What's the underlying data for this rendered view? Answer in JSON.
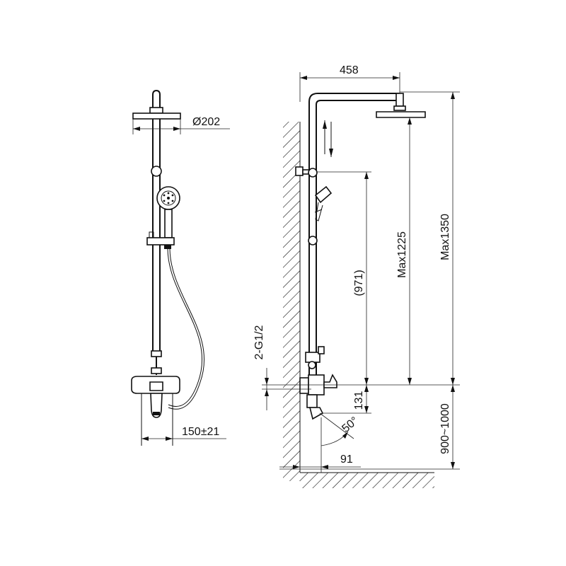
{
  "dimensions": {
    "head_diameter": "Ø202",
    "arm_length": "458",
    "connector": "2-G1/2",
    "hand_height": "(971)",
    "head_height": "Max1225",
    "total_height": "Max1350",
    "spout_drop": "131",
    "spout_angle": "50°",
    "spout_projection": "91",
    "mount_height": "900~1000",
    "center_distance": "150±21"
  }
}
